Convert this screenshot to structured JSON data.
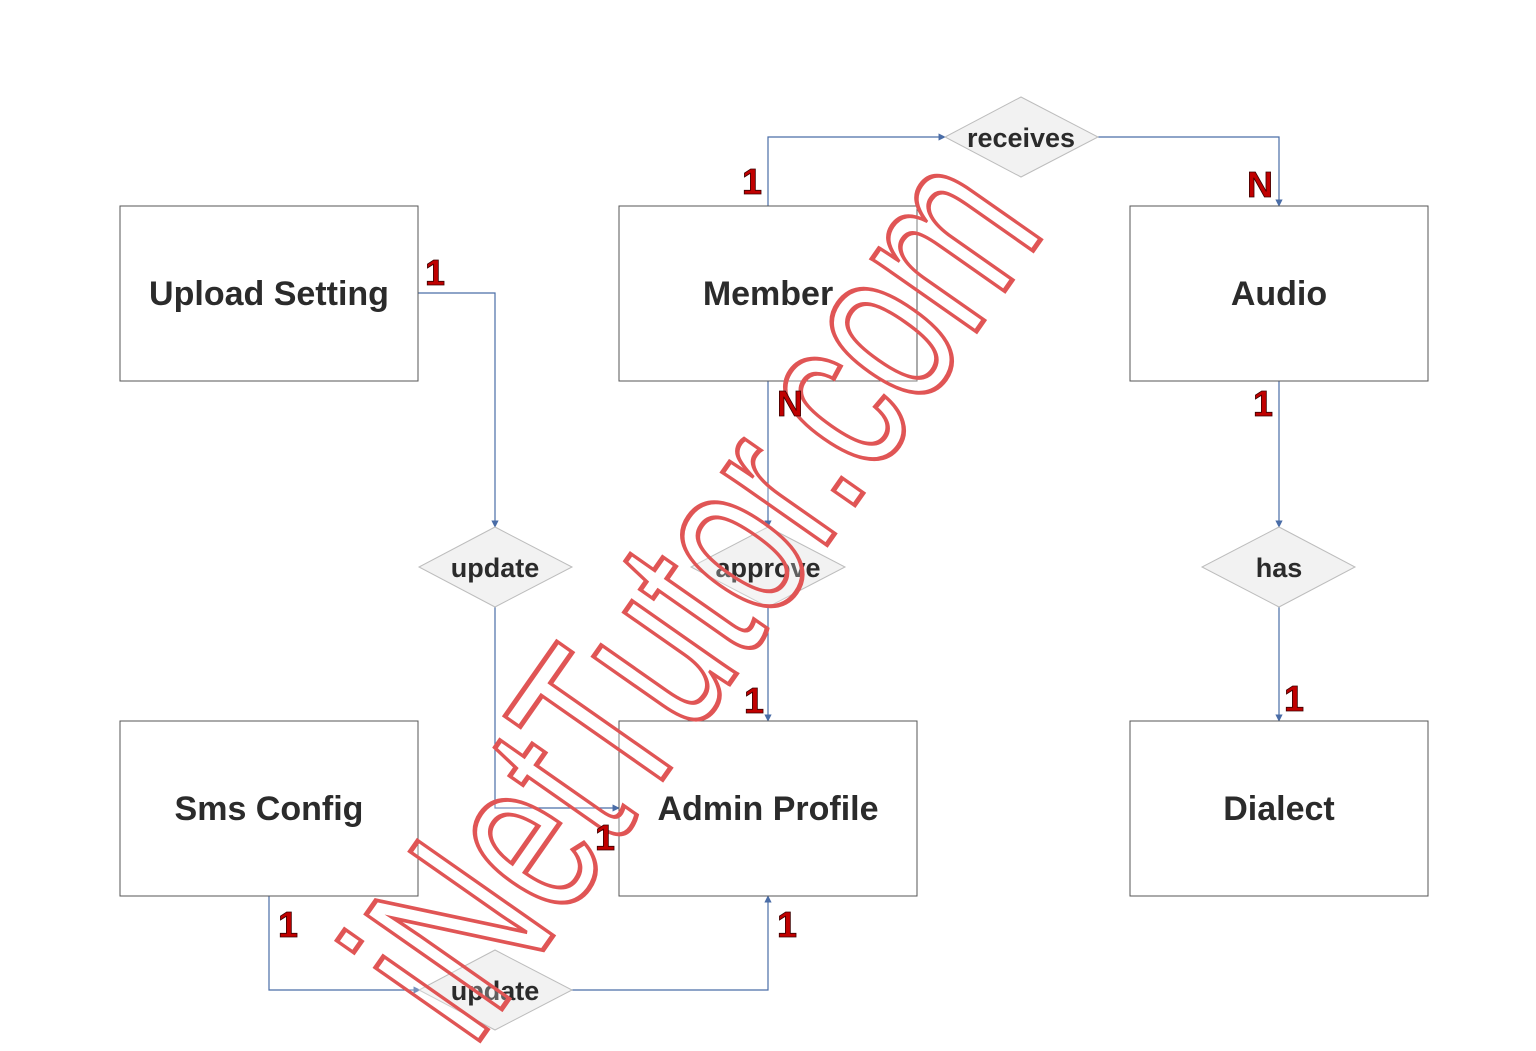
{
  "entities": {
    "upload_setting": "Upload Setting",
    "member": "Member",
    "audio": "Audio",
    "sms_config": "Sms Config",
    "admin_profile": "Admin Profile",
    "dialect": "Dialect"
  },
  "relationships": {
    "receives": "receives",
    "update_upload": "update",
    "approve": "approve",
    "has": "has",
    "update_sms": "update"
  },
  "cardinalities": {
    "receives_member": "1",
    "receives_audio": "N",
    "update_upload_setting": "1",
    "update_upload_admin": "1",
    "approve_member": "N",
    "approve_admin": "1",
    "has_audio": "1",
    "has_dialect": "1",
    "update_sms_config": "1",
    "update_sms_admin": "1"
  },
  "watermark": "iNetTutor.com",
  "colors": {
    "connector": "#4a6da7",
    "cardinality": "#c00000",
    "relationship_fill": "#f2f2f2",
    "watermark_stroke": "#e05555"
  }
}
